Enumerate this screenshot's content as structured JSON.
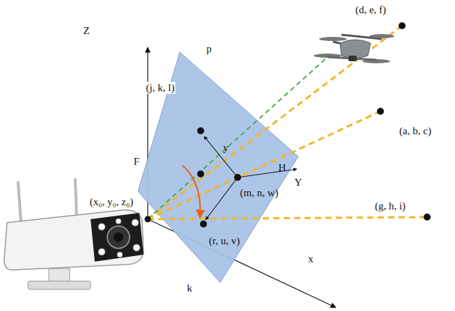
{
  "diagram": {
    "labels": [
      "Z",
      "p",
      "(d, e, f)",
      "(j, k, l)",
      "(a, b, c)",
      "y",
      "F",
      "H",
      "Y",
      "(m, n, w)",
      "(x₀, y₀, z₀)",
      "(r, u, v)",
      "(g, h, i)",
      "x",
      "k"
    ]
  }
}
